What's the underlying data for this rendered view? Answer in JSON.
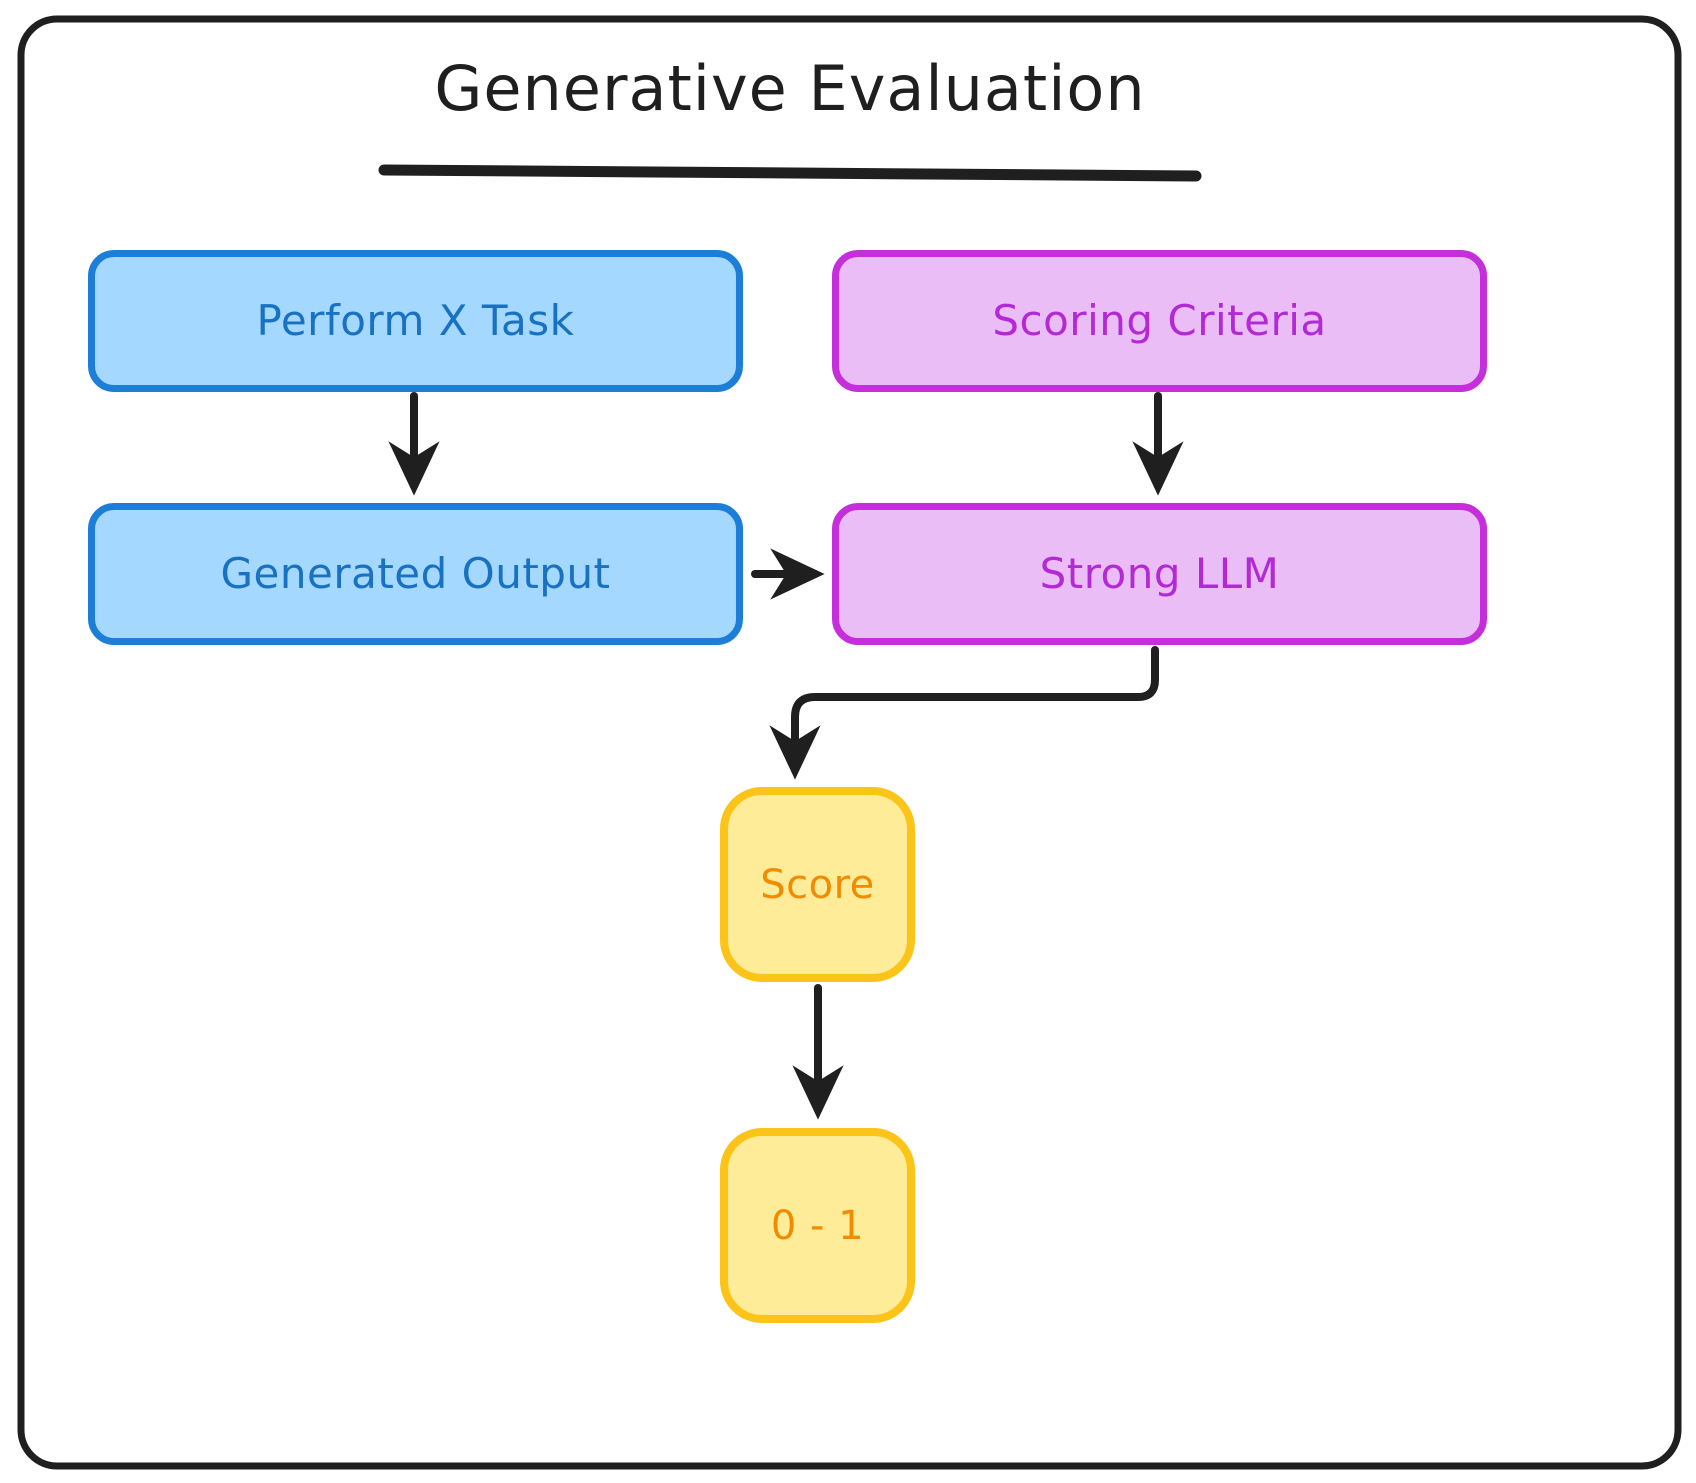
{
  "diagram": {
    "title": "Generative Evaluation",
    "type": "flowchart",
    "frame": {
      "border_color": "#1f1f1f",
      "background": "#ffffff"
    },
    "palette": {
      "blue_fill": "#A5D8FF",
      "blue_border": "#1C7ED6",
      "blue_text": "#1971C2",
      "purple_fill": "#EBBDF7",
      "purple_border": "#C42FDB",
      "purple_text": "#B329D6",
      "yellow_fill": "#FFEC99",
      "yellow_border": "#FCC419",
      "yellow_text": "#F08C00",
      "arrow_color": "#1f1f1f"
    },
    "nodes": [
      {
        "id": "perform-x-task",
        "label": "Perform X Task",
        "color": "blue"
      },
      {
        "id": "scoring-criteria",
        "label": "Scoring Criteria",
        "color": "purple"
      },
      {
        "id": "generated-output",
        "label": "Generated Output",
        "color": "blue"
      },
      {
        "id": "strong-llm",
        "label": "Strong LLM",
        "color": "purple"
      },
      {
        "id": "score",
        "label": "Score",
        "color": "yellow"
      },
      {
        "id": "range",
        "label": "0 - 1",
        "color": "yellow"
      }
    ],
    "edges": [
      {
        "from": "perform-x-task",
        "to": "generated-output",
        "style": "straight-down"
      },
      {
        "from": "scoring-criteria",
        "to": "strong-llm",
        "style": "straight-down"
      },
      {
        "from": "generated-output",
        "to": "strong-llm",
        "style": "straight-right"
      },
      {
        "from": "strong-llm",
        "to": "score",
        "style": "elbow-down-left-down"
      },
      {
        "from": "score",
        "to": "range",
        "style": "straight-down"
      }
    ]
  }
}
